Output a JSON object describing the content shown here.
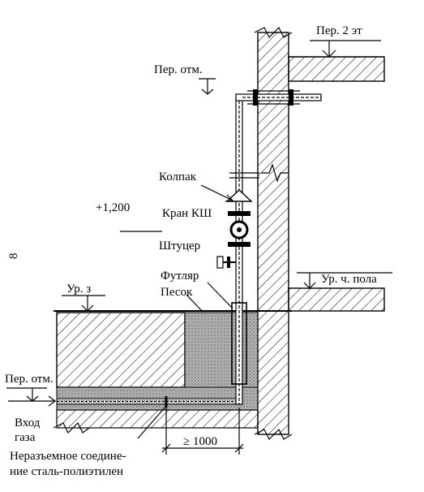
{
  "labels": {
    "floor2_level": "Пер. 2 эт",
    "ceiling_mark": "Пер. отм.",
    "cap": "Колпак",
    "elevation": "+1,200",
    "ball_valve": "Кран КШ",
    "fitting": "Штуцер",
    "side_mark": "8",
    "ground_level": "Ур. з",
    "sleeve": "Футляр",
    "sand": "Песок",
    "floor_level": "Ур. ч. пола",
    "lower_mark": "Пер. отм.",
    "gas_inlet_1": "Вход",
    "gas_inlet_2": "газа",
    "joint_1": "Неразъемное соедине-",
    "joint_2": "ние сталь-полиэтилен",
    "distance": "≥ 1000"
  },
  "colors": {
    "line": "#000000",
    "hatch": "#000000",
    "sand_fill": "#9a9a9a",
    "background": "#ffffff"
  }
}
